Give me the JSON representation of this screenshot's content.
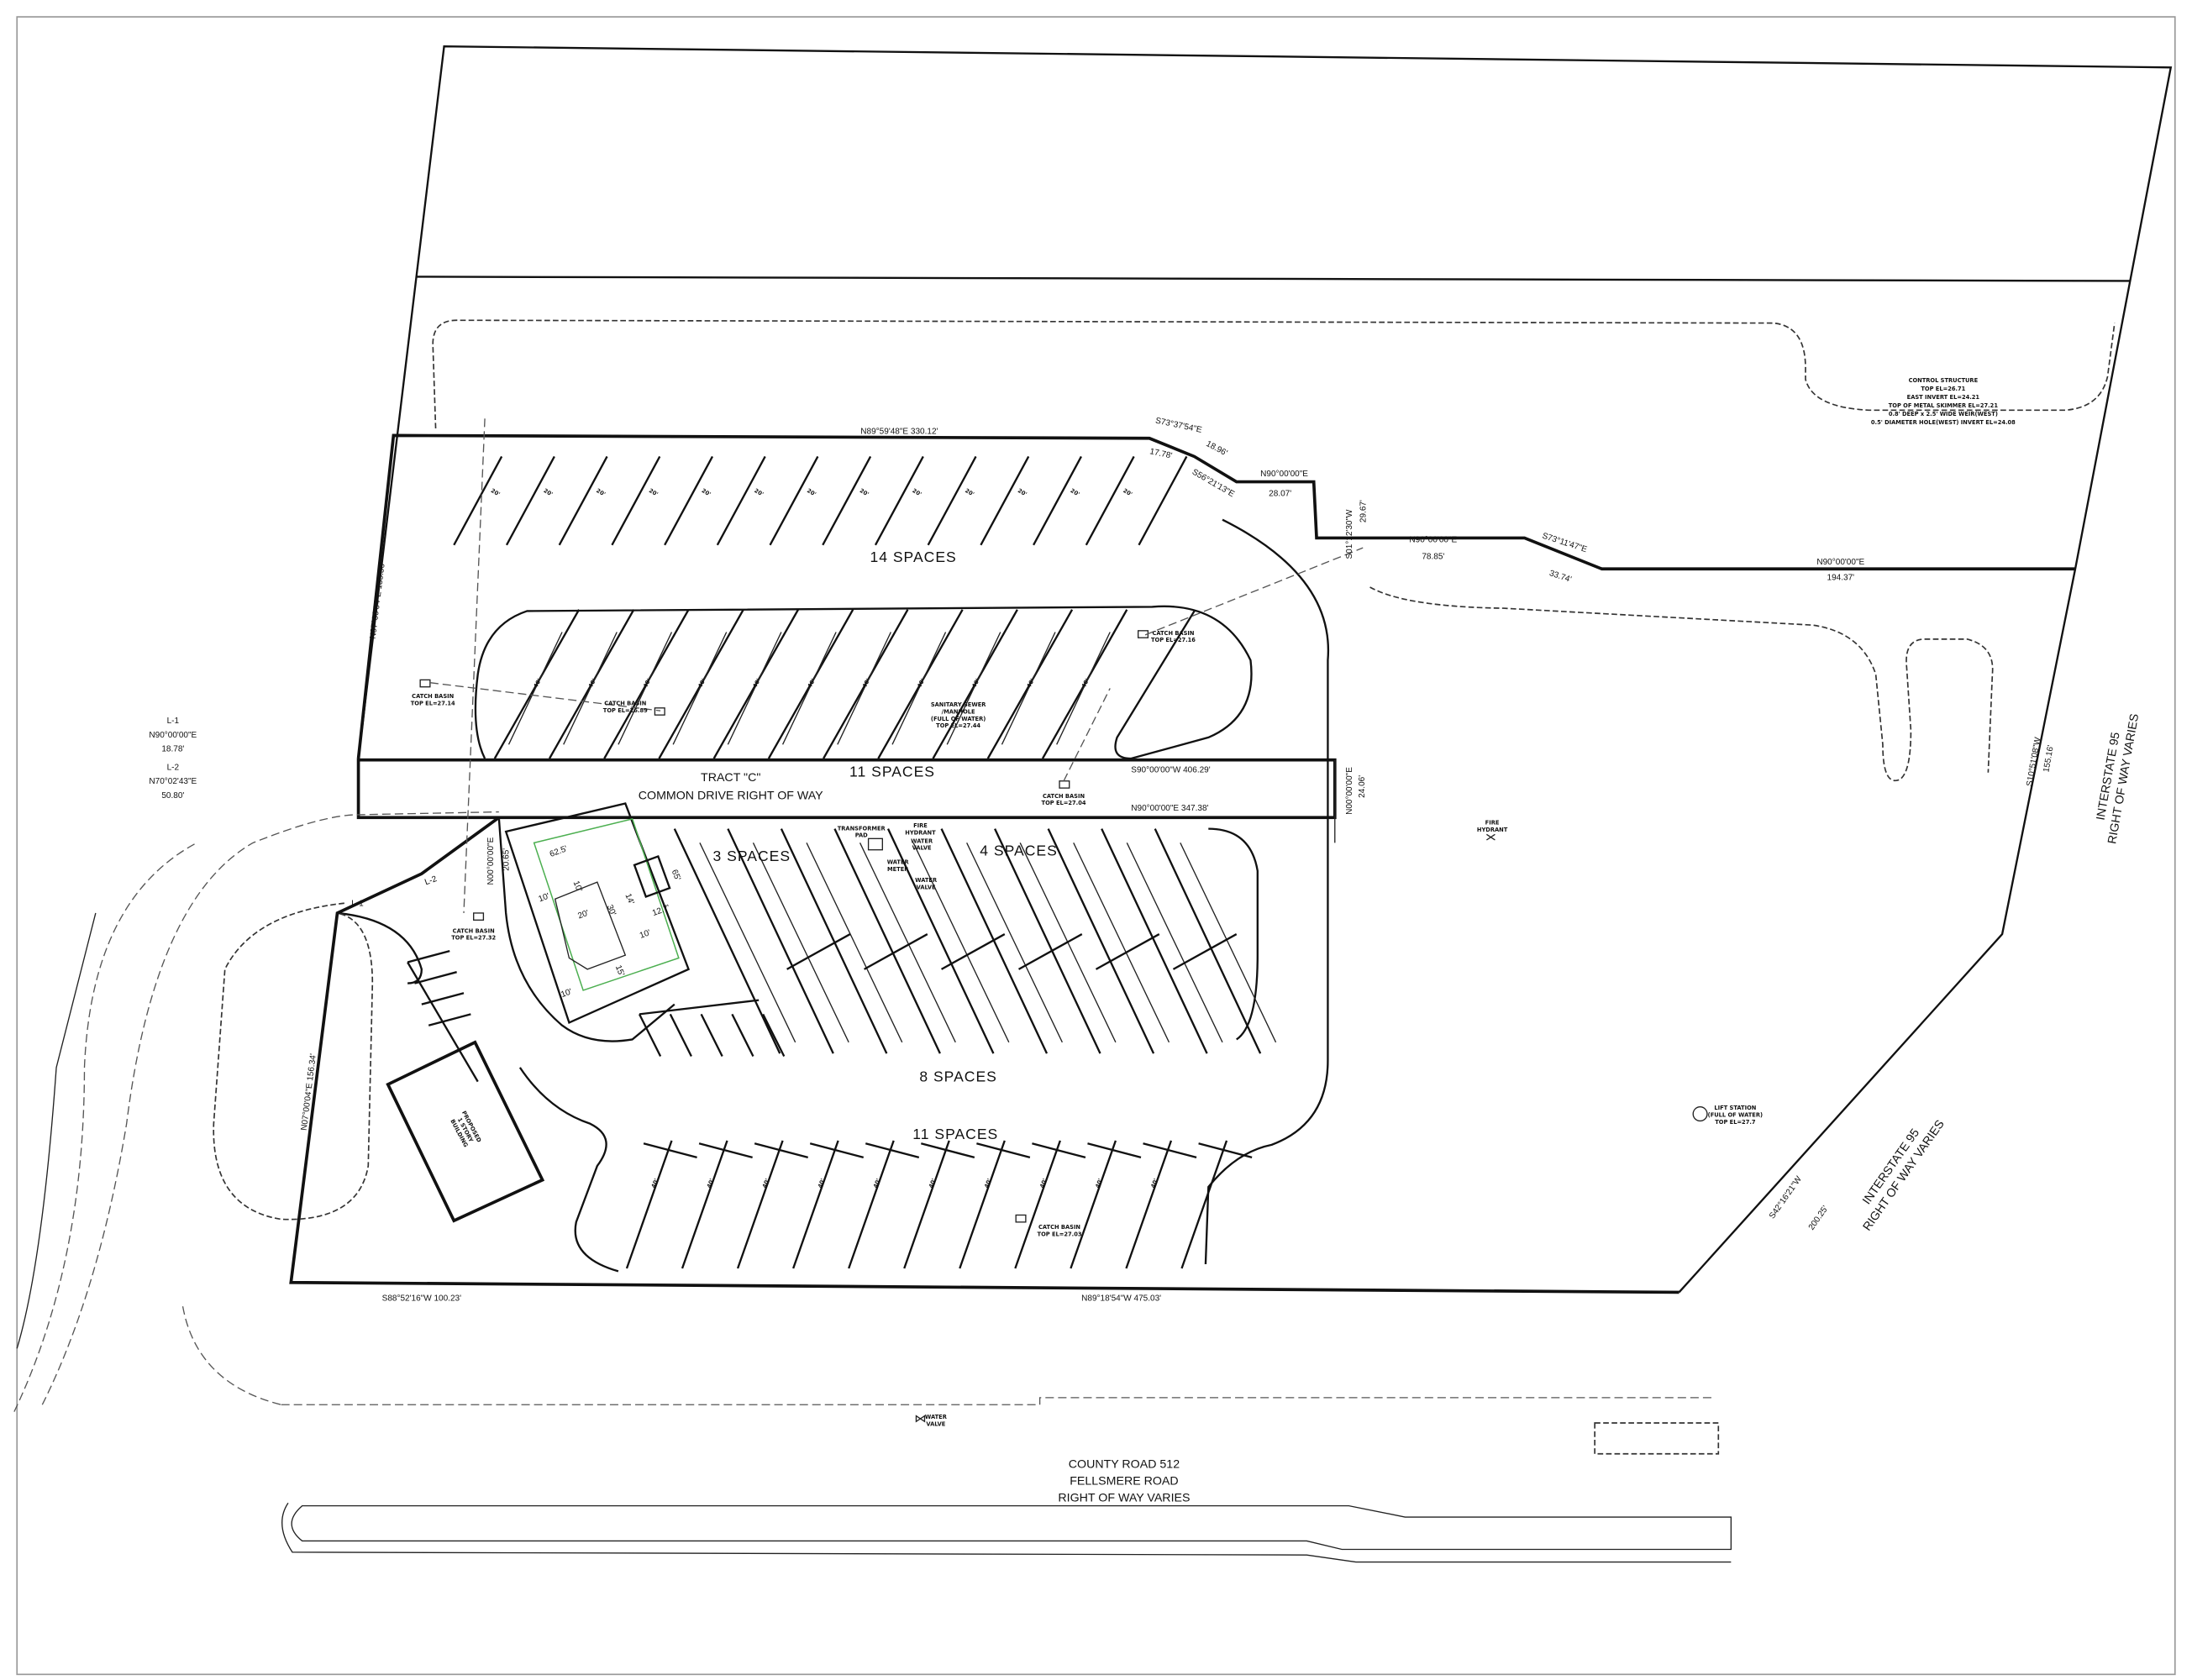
{
  "roads": {
    "county_road": [
      "COUNTY ROAD 512",
      "FELLSMERE ROAD",
      "RIGHT OF WAY VARIES"
    ],
    "interstate_north": [
      "INTERSTATE 95",
      "RIGHT OF WAY VARIES"
    ],
    "interstate_south": [
      "INTERSTATE 95",
      "RIGHT OF WAY VARIES"
    ]
  },
  "tract": {
    "line1": "TRACT \"C\"",
    "line2": "COMMON DRIVE RIGHT OF WAY"
  },
  "spaces": {
    "top_row": "14 SPACES",
    "middle_row": "11 SPACES",
    "lower_left": "3 SPACES",
    "lower_right": "4 SPACES",
    "lower_row": "8 SPACES",
    "bottom_row": "11 SPACES"
  },
  "bearings": {
    "north_line": "N89°59'48\"E  330.12'",
    "s73_37": "S73°37'54\"E",
    "d18_96": "18.96'",
    "d17_78": "17.78'",
    "s56": "S56°21'13\"E",
    "n90_a": "N90°00'00\"E",
    "d28_07": "28.07'",
    "s01": "S01°12'30\"W",
    "d29_67": "29.67'",
    "n90_b": "N90°00'00\"E",
    "d78_85": "78.85'",
    "s73_11": "S73°11'47\"E",
    "d33_74": "33.74'",
    "n90_c": "N90°00'00\"E",
    "d194_37": "194.37'",
    "west_top": "N07°00'04\"E  135.56'",
    "s90_tract": "S90°00'00\"W  406.29'",
    "n90_tract": "N90°00'00\"E  347.38'",
    "n00_east": "N00°00'00\"E",
    "d24_06": "24.06'",
    "n00_west": "N00°00'00\"E",
    "d20_65": "20.65'",
    "east_s10": "S10°51'08\"W",
    "d155_16": "155.16'",
    "s42": "S42°16'21\"W",
    "d200_25": "200.25'",
    "west_low": "N07°00'04\"E  156.34'",
    "south_w": "S88°52'16\"W  100.23'",
    "south_e": "N89°18'54\"W  475.03'"
  },
  "curves": {
    "l1": [
      "L-1",
      "N90°00'00\"E",
      "18.78'"
    ],
    "l2": [
      "L-2",
      "N70°02'43\"E",
      "50.80'"
    ],
    "l1_tag": "L-1",
    "l2_tag": "L-2"
  },
  "notes": {
    "control_structure": [
      "CONTROL STRUCTURE",
      "TOP EL=26.71",
      "EAST INVERT EL=24.21",
      "TOP OF METAL SKIMMER EL=27.21",
      "0.8' DEEP x 2.5' WIDE WEIR(WEST)",
      "0.5' DIAMETER HOLE(WEST) INVERT EL=24.08"
    ],
    "catch_basin_1": [
      "CATCH BASIN",
      "TOP EL=27.14"
    ],
    "catch_basin_2": [
      "CATCH BASIN",
      "TOP EL=26.89"
    ],
    "catch_basin_3": [
      "CATCH BASIN",
      "TOP EL=27.16"
    ],
    "catch_basin_4": [
      "CATCH BASIN",
      "TOP EL=27.04"
    ],
    "catch_basin_5": [
      "CATCH BASIN",
      "TOP EL=27.32"
    ],
    "catch_basin_6": [
      "CATCH BASIN",
      "TOP EL=27.03"
    ],
    "sanitary": [
      "SANITARY SEWER",
      "/MANHOLE",
      "(FULL OF WATER)",
      "TOP EL=27.44"
    ],
    "transformer": [
      "TRANSFORMER",
      "PAD"
    ],
    "fire_hydrant_1": [
      "FIRE",
      "HYDRANT"
    ],
    "fire_hydrant_2": [
      "FIRE",
      "HYDRANT"
    ],
    "water_valve_1": [
      "WATER",
      "VALVE"
    ],
    "water_valve_2": [
      "WATER",
      "VALVE"
    ],
    "water_valve_3": [
      "WATER",
      "VALVE"
    ],
    "water_meter": [
      "WATER",
      "METER"
    ],
    "lift_station": [
      "LIFT STATION",
      "(FULL OF WATER)",
      "TOP EL=27.7"
    ],
    "building": [
      "PROPOSED",
      "1 STORY",
      "BUILDING"
    ]
  },
  "dimensions": {
    "bldg_62_5": "62.5'",
    "bldg_65": "65'",
    "d10a": "10'",
    "d10b": "10'",
    "d10c": "10'",
    "d10d": "10'",
    "d20": "20'",
    "d30": "30'",
    "d14": "14'",
    "d12_7": "12.7'",
    "d15": "15'",
    "stall_20": "20'",
    "stall_40": "40'"
  }
}
